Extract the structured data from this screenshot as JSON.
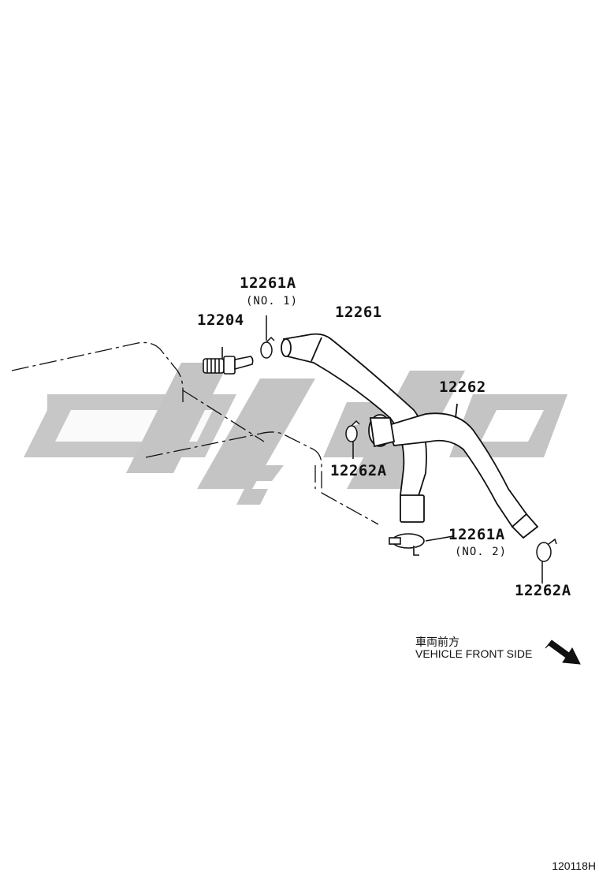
{
  "labels": {
    "p12261A_1": "12261A",
    "p12261A_1_sub": "(NO. 1)",
    "p12204": "12204",
    "p12261": "12261",
    "p12262": "12262",
    "p12262A_1": "12262A",
    "p12261A_2": "12261A",
    "p12261A_2_sub": "(NO. 2)",
    "p12262A_2": "12262A"
  },
  "direction_note": {
    "japanese": "車両前方",
    "english": "VEHICLE FRONT SIDE"
  },
  "figure_id": "120118H",
  "colors": {
    "line": "#111111",
    "watermark": "#c4c4c4"
  }
}
